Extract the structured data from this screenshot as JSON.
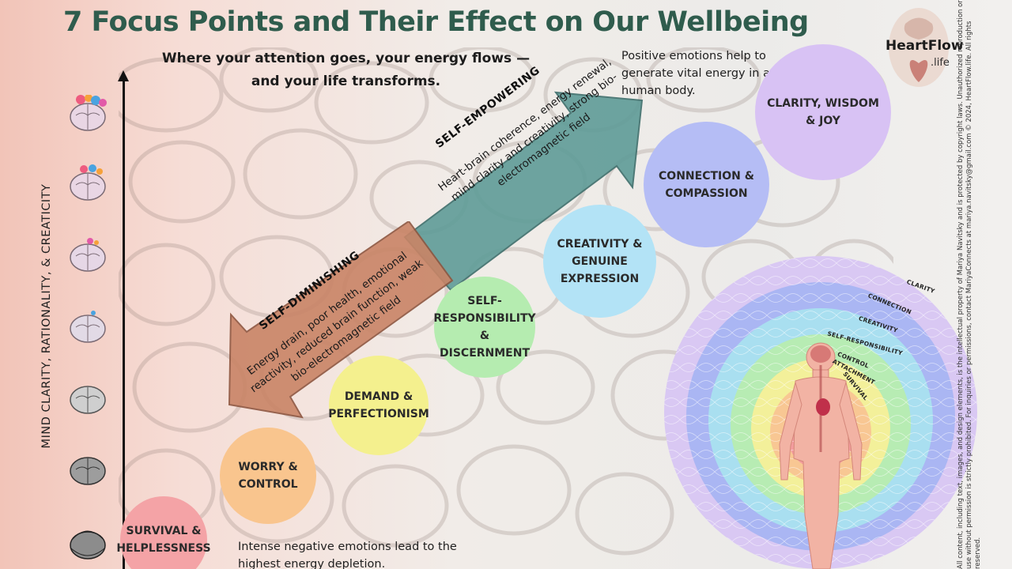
{
  "title": "7 Focus Points and Their Effect on Our Wellbeing",
  "subtitle": "Where your attention goes, your energy flows — and your life transforms.",
  "positive_note": "Positive emotions help to generate vital energy in a human body.",
  "negative_note": "Intense negative emotions lead to the highest energy depletion.",
  "y_axis_label": "MIND CLARITY, RATIONALITY, & CREATICITY",
  "arrows": {
    "empowering_title": "SELF-EMPOWERING",
    "empowering_text": "Heart-brain coherence, energy renewal, mind clarity and creativity, strong bio-electromagnetic field",
    "diminishing_title": "SELF-DIMINISHING",
    "diminishing_text": "Energy drain, poor health, emotional reactivity, reduced brain function, weak bio-electromagnetic field"
  },
  "focus_points": [
    {
      "label": "SURVIVAL &\nHELPLESSNESS",
      "color": "#f4a3a6"
    },
    {
      "label": "WORRY &\nCONTROL",
      "color": "#f9c58e"
    },
    {
      "label": "DEMAND &\nPERFECTIONISM",
      "color": "#f4f08e"
    },
    {
      "label": "SELF-RESPONSIBILITY\n& DISCERNMENT",
      "color": "#b5ecb0"
    },
    {
      "label": "CREATIVITY &\nGENUINE\nEXPRESSION",
      "color": "#b3e3f6"
    },
    {
      "label": "CONNECTION &\nCOMPASSION",
      "color": "#b5bdf5"
    },
    {
      "label": "CLARITY, WISDOM\n& JOY",
      "color": "#d8c2f4"
    }
  ],
  "aura_labels": [
    "CLARITY",
    "CONNECTION",
    "CREATIVITY",
    "SELF-RESPONSIBILITY",
    "CONTROL",
    "ATTACHMENT",
    "SURVIVAL"
  ],
  "logo": {
    "name": "HeartFlow",
    "suffix": ".life"
  },
  "copyright": "All content, including text, images, and design elements, is the intellectual property of Mariya Navitsky and is protected by copyright laws. Unauthorized reproduction or use without permission is strictly prohibited. For inquiries or permissions, contact MariyaConnects at mariya.navitsky@gmail.com © 2024, HeartFlow.life. All rights reserved."
}
